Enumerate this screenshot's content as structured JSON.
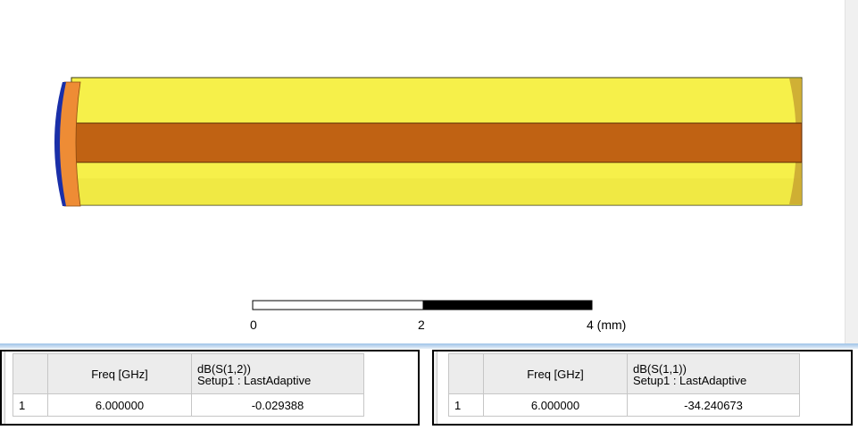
{
  "scale_bar": {
    "labels": [
      "0",
      "2",
      "4 (mm)"
    ]
  },
  "reports": [
    {
      "headers": [
        "",
        "Freq [GHz]",
        "dB(S(1,2))",
        "Setup1 : LastAdaptive"
      ],
      "rows": [
        [
          "1",
          "6.000000",
          "-0.029388"
        ]
      ]
    },
    {
      "headers": [
        "",
        "Freq [GHz]",
        "dB(S(1,1))",
        "Setup1 : LastAdaptive"
      ],
      "rows": [
        [
          "1",
          "6.000000",
          "-34.240673"
        ]
      ]
    }
  ],
  "colors": {
    "dielectric": "#f6f04a",
    "inner_conductor": "#c06213",
    "port_face": "#1a2fa8",
    "end_cap": "#ee8c35"
  }
}
